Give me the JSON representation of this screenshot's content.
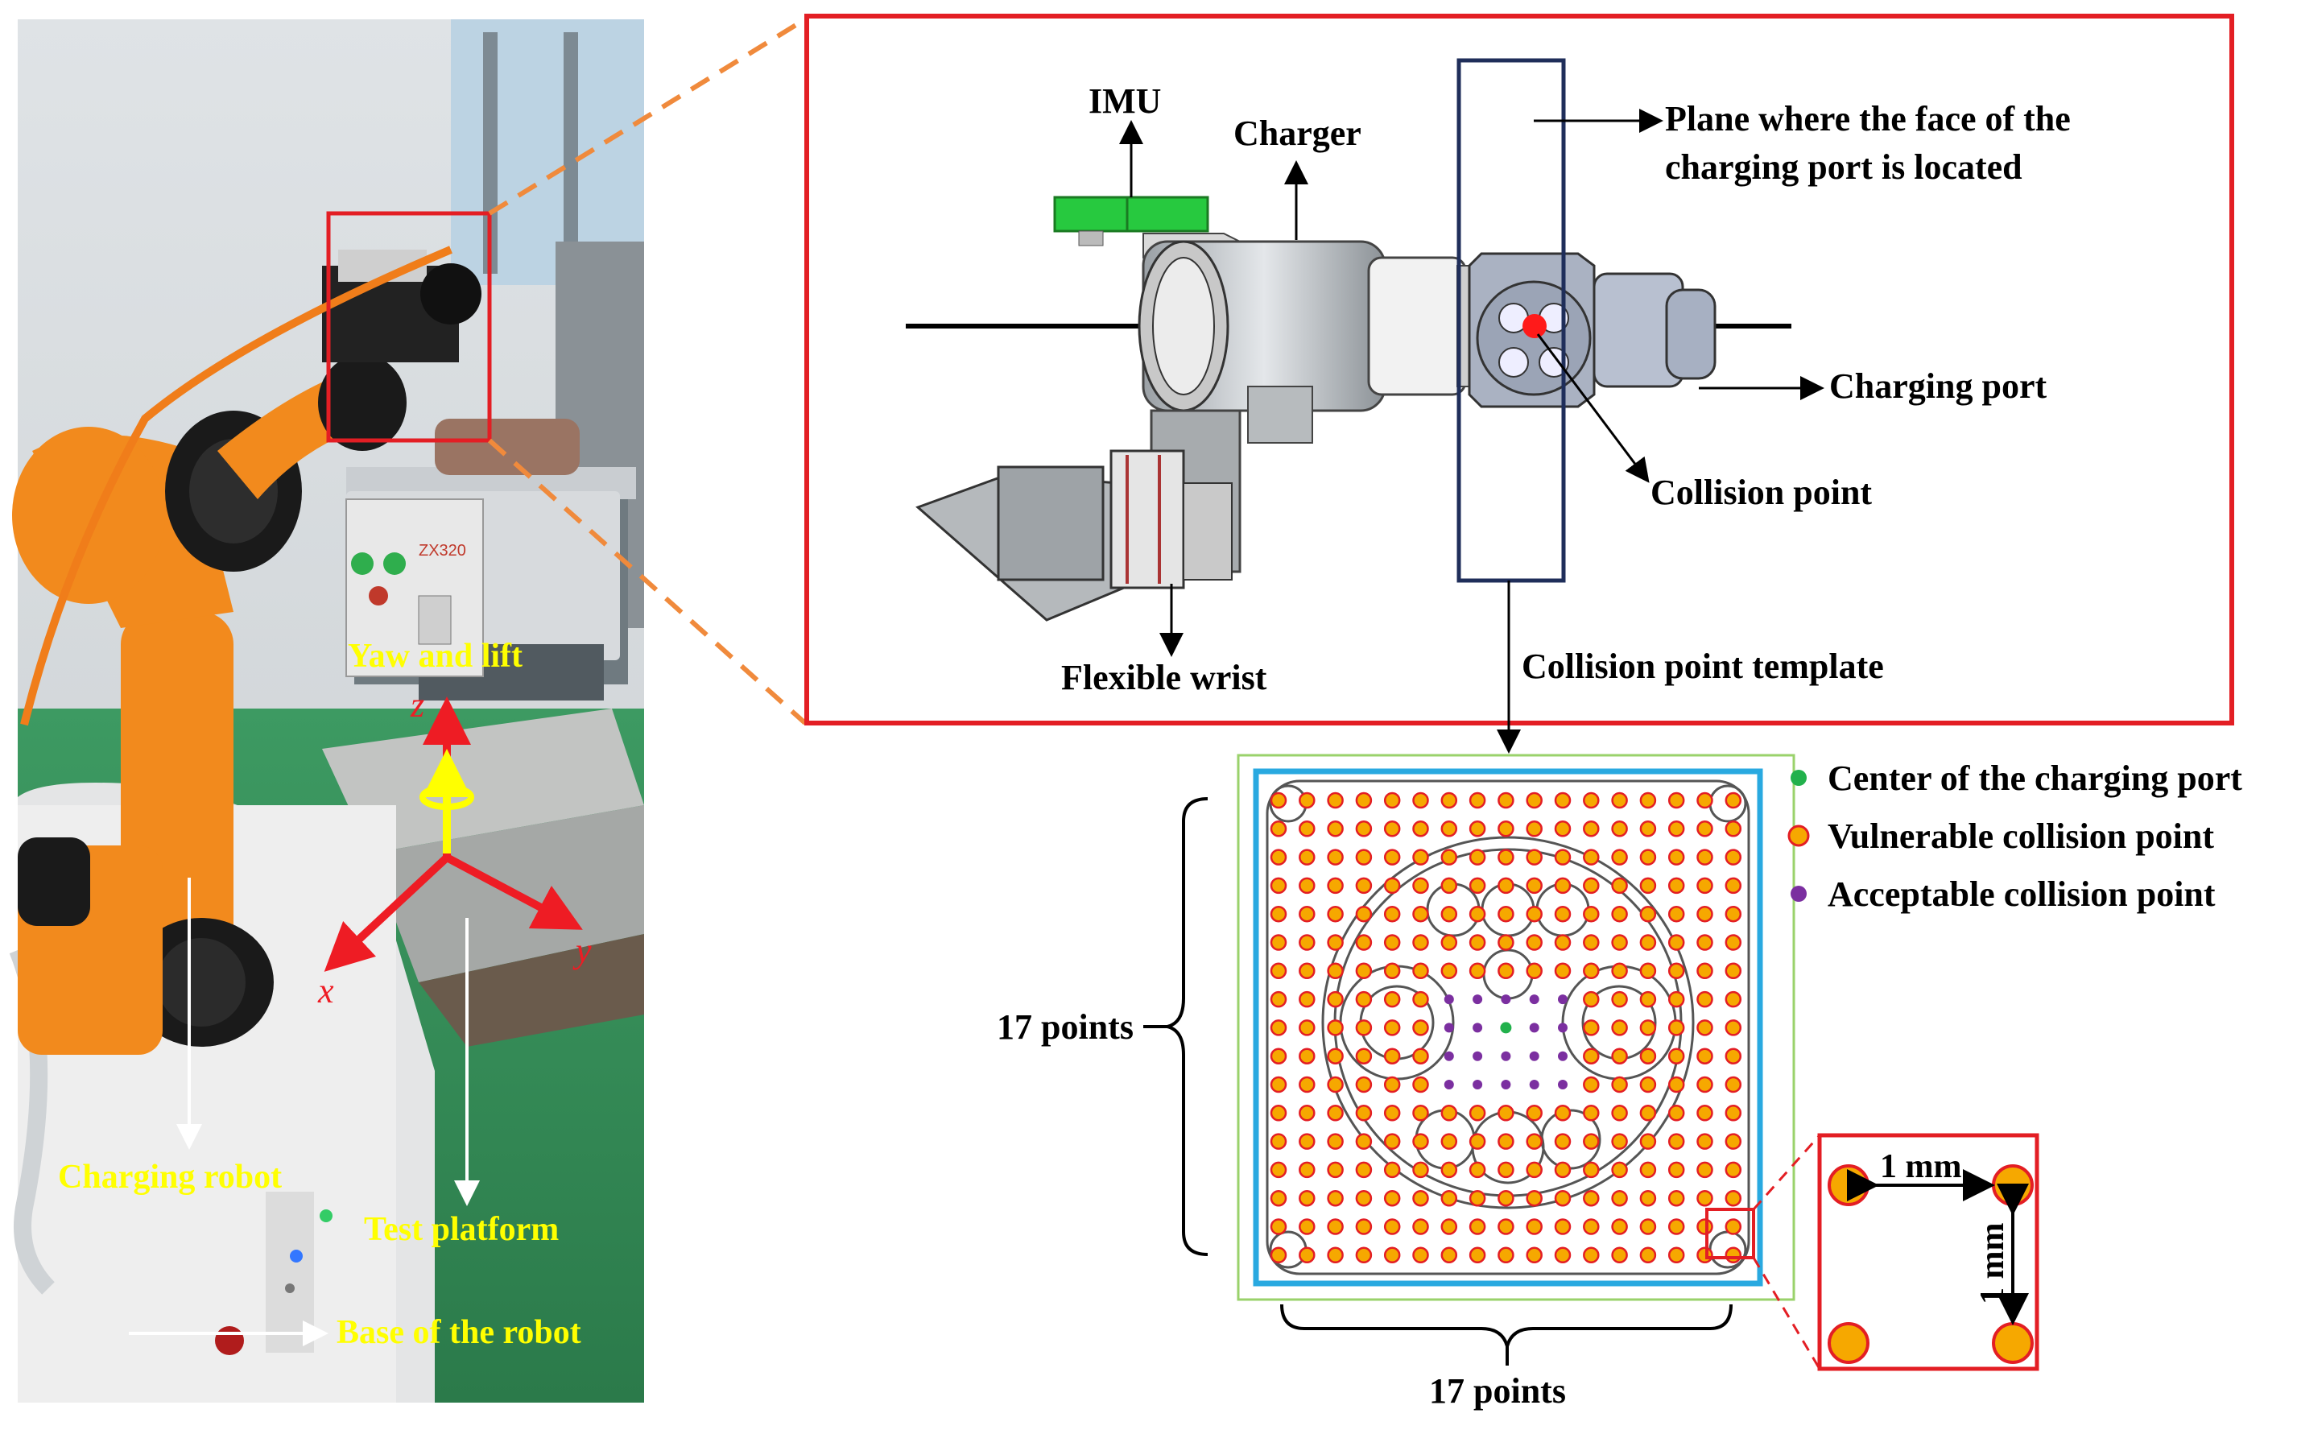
{
  "photo": {
    "labels": {
      "yaw_lift": "Yaw and lift",
      "charging_robot": "Charging robot",
      "test_platform": "Test platform",
      "base_of_robot": "Base of the robot",
      "machine_brand": "ZX320"
    },
    "axes": {
      "z": "z",
      "x": "x",
      "y": "y"
    }
  },
  "detail": {
    "labels": {
      "imu": "IMU",
      "charger": "Charger",
      "plane": [
        "Plane where the face of the",
        "charging port is located"
      ],
      "charging_port": "Charging port",
      "collision_point": "Collision point",
      "flexible_wrist": "Flexible wrist",
      "template": "Collision point template"
    }
  },
  "template": {
    "grid_size": 17,
    "left_brace_label": "17 points",
    "bottom_brace_label": "17 points",
    "legend": [
      {
        "label": "Center of the charging port",
        "color": "#22b14c"
      },
      {
        "label": "Vulnerable collision point",
        "color": "#f6a800"
      },
      {
        "label": "Acceptable collision point",
        "color": "#7b2fa0"
      }
    ],
    "inset": {
      "spacing_h": "1 mm",
      "spacing_v": "1 mm"
    }
  },
  "colors": {
    "red_frame": "#e31e24",
    "blue_frame": "#29a9e0",
    "green_frame": "#9ad26b",
    "navy_frame": "#1f2e5a",
    "orange_dash": "#f08a3c",
    "yellow_text": "#ffff00",
    "axis_red": "#ee1c24"
  }
}
